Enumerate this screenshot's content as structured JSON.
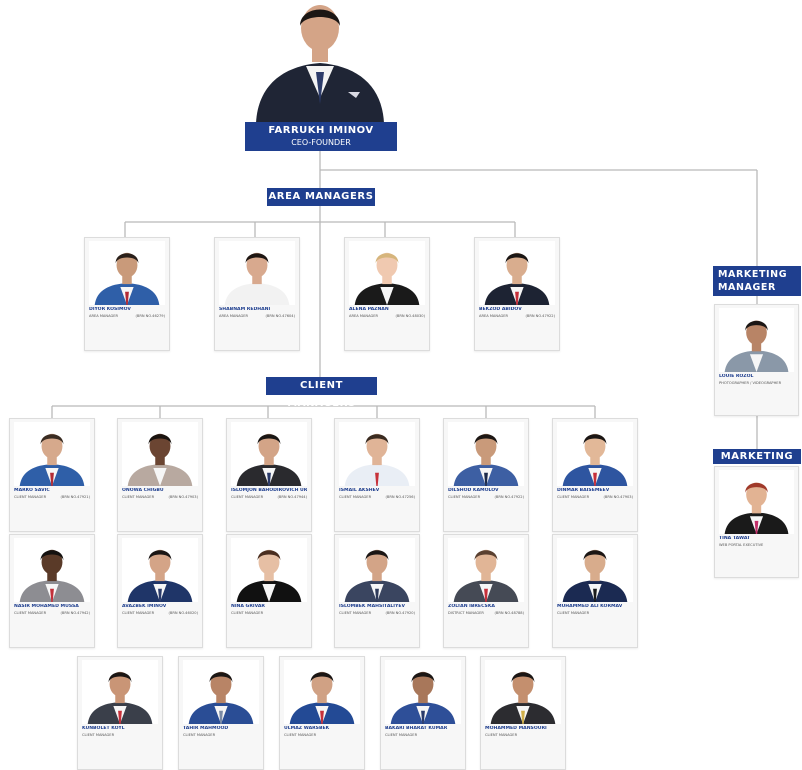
{
  "ceo": {
    "name": "FARRUKH IMINOV",
    "title": "CEO-FOUNDER"
  },
  "banners": {
    "area": "AREA MANAGERS",
    "client": "CLIENT MANAGERS",
    "marketing_manager": "MARKETING MANAGER",
    "marketing": "MARKETING"
  },
  "area_managers": [
    {
      "name": "DIYOR KOSIMOV",
      "role": "AREA MANAGER",
      "license": "(BRN NO.46279)",
      "suit": "#2f5fa8",
      "tie": "#b32b34",
      "skin": "#c99a7a",
      "hair": "#2a201a"
    },
    {
      "name": "SHABNAM REDHANI",
      "role": "AREA MANAGER",
      "license": "(BRN NO.47604)",
      "suit": "#f2f2f2",
      "tie": "none",
      "skin": "#d8a98e",
      "hair": "#1e1612"
    },
    {
      "name": "ALENA PAZNAN",
      "role": "AREA MANAGER",
      "license": "(BRN NO.48030)",
      "suit": "#1a1a1a",
      "tie": "none",
      "skin": "#f0c9b0",
      "hair": "#d6b57c"
    },
    {
      "name": "BEKZOD ABIDOV",
      "role": "AREA MANAGER",
      "license": "(BRN NO.47922)",
      "suit": "#1d2333",
      "tie": "#c6303a",
      "skin": "#d9ad8e",
      "hair": "#1b1614"
    }
  ],
  "client_managers_row1": [
    {
      "name": "MARKO SAVIC",
      "role": "CLIENT MANAGER",
      "license": "(BRN NO.47921)",
      "suit": "#2f5fa8",
      "tie": "#b32b34",
      "skin": "#d6a98c",
      "hair": "#3a2c22"
    },
    {
      "name": "ONOWA CHIGBU",
      "role": "CLIENT MANAGER",
      "license": "(BRN NO.47903)",
      "suit": "#b8a9a0",
      "tie": "none",
      "skin": "#6b4532",
      "hair": "#1a1410"
    },
    {
      "name": "ISLOMJON BAHODIROVICH URALOV",
      "role": "CLIENT MANAGER",
      "license": "(BRN NO.47944)",
      "suit": "#2a2a2e",
      "tie": "#2a3a6a",
      "skin": "#d3a487",
      "hair": "#1a1614"
    },
    {
      "name": "ISMAIL AKSHEV",
      "role": "CLIENT MANAGER",
      "license": "(BRN NO.47256)",
      "suit": "#e9eef5",
      "tie": "#c7323a",
      "skin": "#e0b497",
      "hair": "#3a2b20"
    },
    {
      "name": "DILSHOD KAMOLOV",
      "role": "CLIENT MANAGER",
      "license": "(BRN NO.47922)",
      "suit": "#3d5fa3",
      "tie": "#1d2a4a",
      "skin": "#c99a7a",
      "hair": "#1d1714"
    },
    {
      "name": "DINMAR BAISEMEEV",
      "role": "CLIENT MANAGER",
      "license": "(BRN NO.47903)",
      "suit": "#2e55a0",
      "tie": "#c6303a",
      "skin": "#e2b898",
      "hair": "#1b1614"
    }
  ],
  "client_managers_row2": [
    {
      "name": "NASIR MOHAMED MUSSA",
      "role": "CLIENT MANAGER",
      "license": "(BRN NO.47942)",
      "suit": "#8d8d92",
      "tie": "#c2303a",
      "skin": "#5a3a28",
      "hair": "#151210"
    },
    {
      "name": "AVAZBEK IMINOV",
      "role": "CLIENT MANAGER",
      "license": "(BRN NO.46020)",
      "suit": "#1f3568",
      "tie": "#2a3a6a",
      "skin": "#d4a487",
      "hair": "#1b1614"
    },
    {
      "name": "NINA GRIVAR",
      "role": "CLIENT MANAGER",
      "license": "",
      "suit": "#111111",
      "tie": "none",
      "skin": "#e6bfa4",
      "hair": "#4a2e20"
    },
    {
      "name": "ISLOMBEK MAHSITALIYEV",
      "role": "CLIENT MANAGER",
      "license": "(BRN NO.47920)",
      "suit": "#3a4560",
      "tie": "#2f3b5a",
      "skin": "#d3a487",
      "hair": "#1b1614"
    },
    {
      "name": "ZOLTAN IBRECSKA",
      "role": "DISTRICT MANAGER",
      "license": "(BRN NO.48788)",
      "suit": "#454a55",
      "tie": "#c6303a",
      "skin": "#e1b596",
      "hair": "#5a4030"
    },
    {
      "name": "MUHAMMED ALI KORMAV",
      "role": "CLIENT MANAGER",
      "license": "",
      "suit": "#1b2a52",
      "tie": "#1a1a1a",
      "skin": "#d8ac8c",
      "hair": "#1b1614"
    }
  ],
  "client_managers_row3": [
    {
      "name": "KUNBOLET KOYL",
      "role": "CLIENT MANAGER",
      "license": "",
      "suit": "#3a3f4a",
      "tie": "#c6303a",
      "skin": "#c99576",
      "hair": "#1b1614"
    },
    {
      "name": "TAHIR MAHMOOD",
      "role": "CLIENT MANAGER",
      "license": "",
      "suit": "#2a4d95",
      "tie": "#7a8aa5",
      "skin": "#b88466",
      "hair": "#1b1614"
    },
    {
      "name": "ULMAZ WARSBEK",
      "role": "CLIENT MANAGER",
      "license": "",
      "suit": "#234a95",
      "tie": "#c6303a",
      "skin": "#d0a184",
      "hair": "#1b1614"
    },
    {
      "name": "BAKARI BHARAT KUMAR",
      "role": "CLIENT MANAGER",
      "license": "",
      "suit": "#2e4f98",
      "tie": "#2a3a6a",
      "skin": "#a8775a",
      "hair": "#1b1614"
    },
    {
      "name": "MOHAMMED MANSOURI",
      "role": "CLIENT MANAGER",
      "license": "",
      "suit": "#2c2c30",
      "tie": "#d1b04a",
      "skin": "#c48f6e",
      "hair": "#1b1614"
    }
  ],
  "marketing_manager": {
    "name": "LOUIE ROZOL",
    "role": "PHOTOGRAPHER / VIDEOGRAPHER",
    "license": "",
    "suit": "#8a98a8",
    "tie": "none",
    "skin": "#b88466",
    "hair": "#1b1614"
  },
  "marketing": {
    "name": "TINA TAWAT",
    "role": "WEB PORTAL EXECUTIVE",
    "license": "",
    "suit": "#1a1a1a",
    "tie": "#c2306a",
    "skin": "#e2b393",
    "hair": "#a03a2a"
  }
}
